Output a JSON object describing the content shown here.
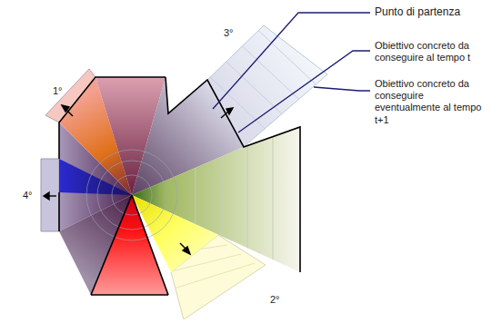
{
  "diagram": {
    "labels": [
      "Punto di partenza",
      "Obiettivo concreto da conseguire al tempo t",
      "Obiettivo concreto da conseguire eventualmente al tempo t+1",
      "3°",
      "1°",
      "4°",
      "2°"
    ]
  }
}
